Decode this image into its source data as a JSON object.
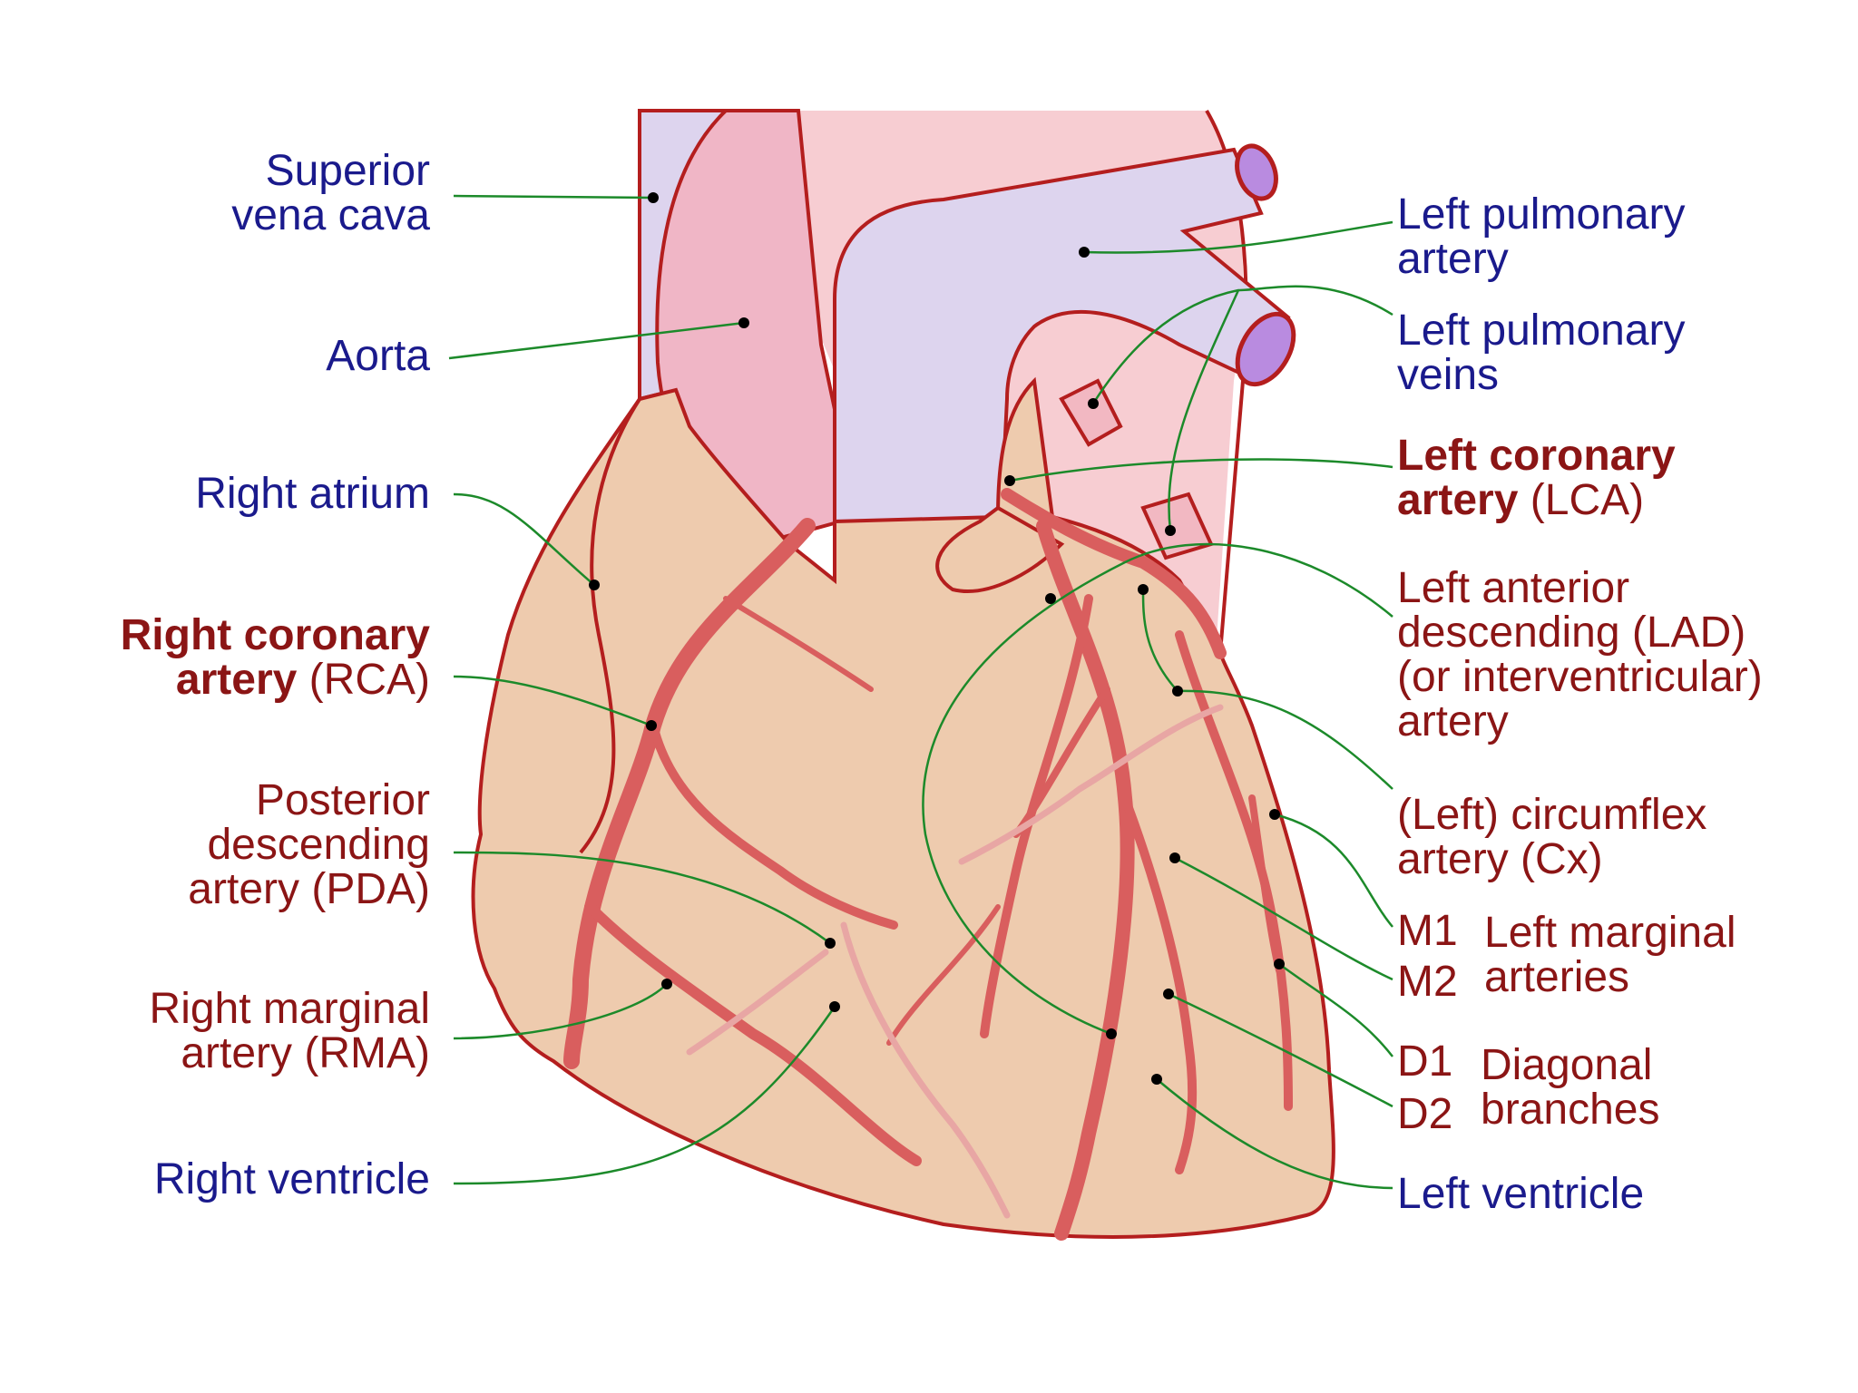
{
  "colors": {
    "vein_label": "#1a1a8c",
    "artery_label": "#8b1515",
    "leader_line": "#1c8a2a",
    "heart_fill": "#eecbae",
    "outline": "#b41e1e",
    "vessel_pink": "#f2b8c2",
    "vessel_lilac": "#ddd4ee",
    "coronary": "#d95e5e"
  },
  "labels": {
    "svc": [
      "Superior",
      "vena cava"
    ],
    "aorta": "Aorta",
    "right_atrium": "Right atrium",
    "rca_bold": [
      "Right coronary",
      "artery"
    ],
    "rca_abbr": " (RCA)",
    "pda": [
      "Posterior",
      "descending",
      "artery (PDA)"
    ],
    "rma": [
      "Right marginal",
      "artery (RMA)"
    ],
    "right_ventricle": "Right ventricle",
    "lpa": [
      "Left pulmonary",
      "artery"
    ],
    "lpv": [
      "Left pulmonary",
      "veins"
    ],
    "lca_bold": [
      "Left coronary",
      "artery"
    ],
    "lca_abbr": " (LCA)",
    "lad": [
      "Left anterior",
      "descending (LAD)",
      "(or interventricular)",
      "artery"
    ],
    "cx": [
      "(Left) circumflex",
      "artery (Cx)"
    ],
    "m1": "M1",
    "m2": "M2",
    "marginal_group": [
      "Left marginal",
      "arteries"
    ],
    "d1": "D1",
    "d2": "D2",
    "diagonal_group": [
      "Diagonal",
      "branches"
    ],
    "left_ventricle": "Left ventricle"
  }
}
